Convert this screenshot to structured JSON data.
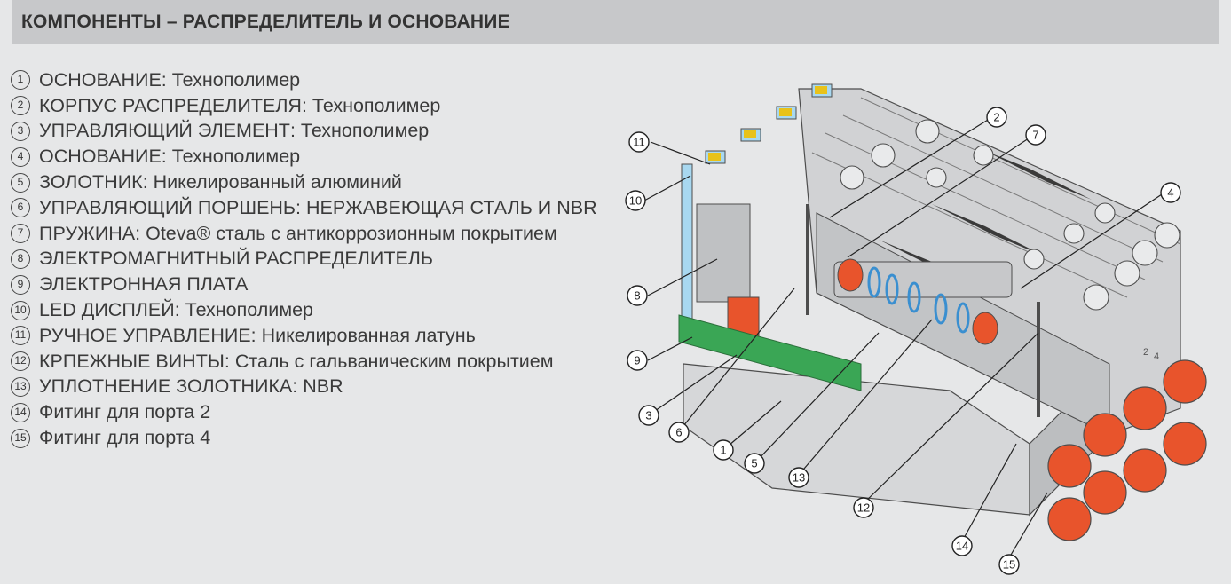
{
  "header": {
    "title": "КОМПОНЕНТЫ – РАСПРЕДЕЛИТЕЛЬ И ОСНОВАНИЕ"
  },
  "legend": [
    {
      "num": "1",
      "text": "ОСНОВАНИЕ: Технополимер"
    },
    {
      "num": "2",
      "text": "КОРПУС РАСПРЕДЕЛИТЕЛЯ: Технополимер"
    },
    {
      "num": "3",
      "text": "УПРАВЛЯЮЩИЙ ЭЛЕМЕНТ: Технополимер"
    },
    {
      "num": "4",
      "text": "ОСНОВАНИЕ: Технополимер"
    },
    {
      "num": "5",
      "text": "ЗОЛОТНИК: Никелированный алюминий"
    },
    {
      "num": "6",
      "text": "УПРАВЛЯЮЩИЙ ПОРШЕНЬ: НЕРЖАВЕЮЩАЯ СТАЛЬ И NBR"
    },
    {
      "num": "7",
      "text": "ПРУЖИНА: Oteva® сталь с антикоррозионным покрытием"
    },
    {
      "num": "8",
      "text": "ЭЛЕКТРОМАГНИТНЫЙ РАСПРЕДЕЛИТЕЛЬ"
    },
    {
      "num": "9",
      "text": "ЭЛЕКТРОННАЯ ПЛАТА"
    },
    {
      "num": "10",
      "text": "LED ДИСПЛЕЙ: Технополимер"
    },
    {
      "num": "11",
      "text": "РУЧНОЕ УПРАВЛЕНИЕ: Никелированная латунь"
    },
    {
      "num": "12",
      "text": "КРПЕЖНЫЕ ВИНТЫ: Сталь с гальваническим покрытием"
    },
    {
      "num": "13",
      "text": "УПЛОТНЕНИЕ ЗОЛОТНИКА: NBR"
    },
    {
      "num": "14",
      "text": "Фитинг для порта 2"
    },
    {
      "num": "15",
      "text": "Фитинг для порта 4"
    }
  ],
  "diagram": {
    "callouts": [
      "1",
      "2",
      "3",
      "4",
      "5",
      "6",
      "7",
      "8",
      "9",
      "10",
      "11",
      "12",
      "13",
      "14",
      "15"
    ],
    "port_marks": [
      "2",
      "4"
    ],
    "colors": {
      "body": "#cfd0d2",
      "body_dark": "#a7a9ac",
      "outline": "#4d4d4d",
      "fitting_orange": "#e8542c",
      "pcb_green": "#3aa655",
      "led_yellow": "#e8c21a",
      "led_blue": "#a8d8f0",
      "label_black": "#3a3a3a"
    }
  }
}
